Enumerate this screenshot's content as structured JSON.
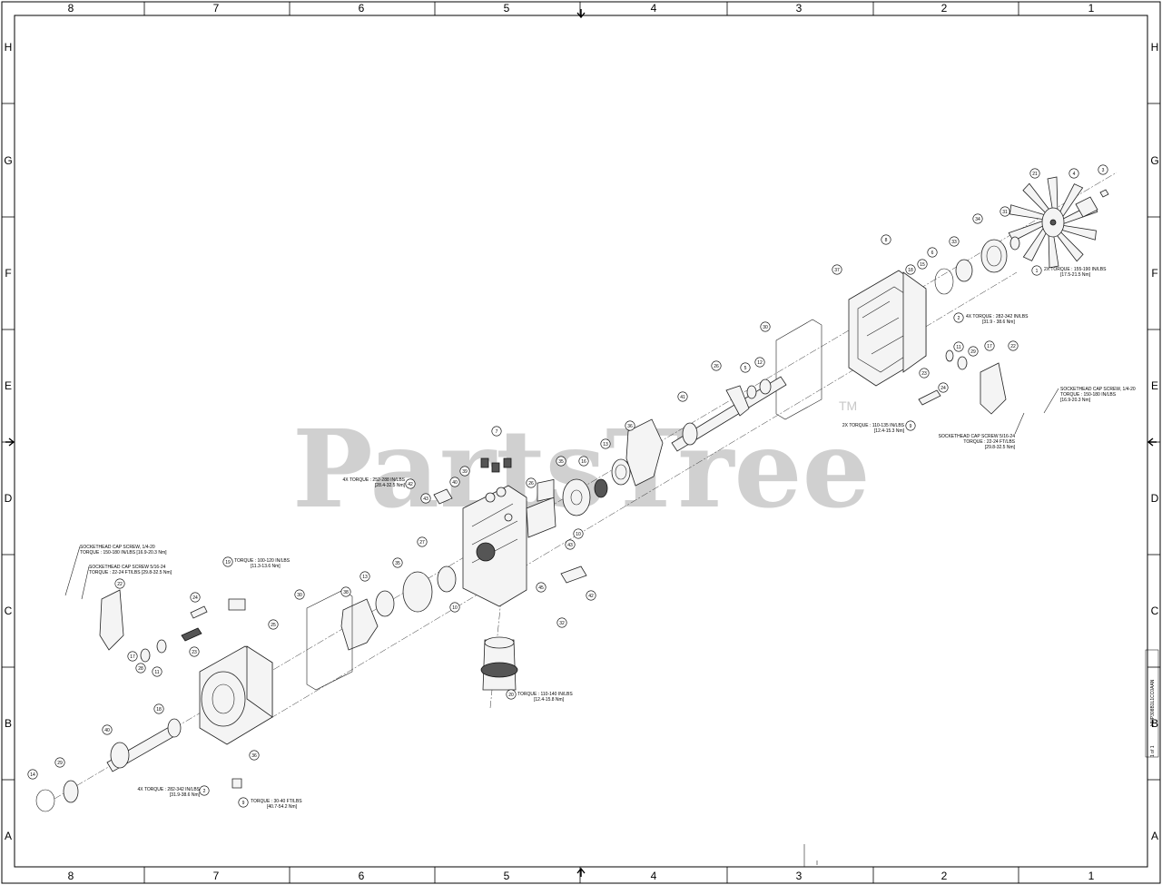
{
  "frame": {
    "columns": [
      "8",
      "7",
      "6",
      "5",
      "4",
      "3",
      "2",
      "1"
    ],
    "rows": [
      "H",
      "G",
      "F",
      "E",
      "D",
      "C",
      "B",
      "A"
    ]
  },
  "watermark": {
    "text": "PartsTree",
    "tm": "TM"
  },
  "title_block": {
    "doc_number": "HMP308B1L1CC0AAN",
    "rev": "1 of 1"
  },
  "callouts": [
    "1",
    "2",
    "3",
    "4",
    "5",
    "6",
    "7",
    "8",
    "9",
    "10",
    "11",
    "12",
    "13",
    "14",
    "15",
    "16",
    "17",
    "18",
    "19",
    "20",
    "21",
    "22",
    "23",
    "24",
    "25",
    "26",
    "27",
    "28",
    "29",
    "30",
    "31",
    "32",
    "33",
    "34",
    "35",
    "36",
    "37",
    "38",
    "39",
    "40",
    "41",
    "42",
    "43"
  ],
  "notes": {
    "n1": [
      "2X TORQUE : 155-190 IN/LBS",
      "[17.5-21.5 Nm]"
    ],
    "n2": [
      "4X TORQUE : 282-342 IN/LBS",
      "[31.9 - 38.6 Nm]"
    ],
    "n3": [
      "SOCKETHEAD CAP SCREW, 1/4-20",
      "TORQUE : 150-180 IN/LBS",
      "[16.9-20.3 Nm]"
    ],
    "n4": [
      "2X TORQUE : 110-135 IN/LBS",
      "[12.4-15.3 Nm]"
    ],
    "n5": [
      "SOCKETHEAD CAP SCREW 5/16-24",
      "TORQUE : 22-24 FT/LBS",
      "[29.8-32.5 Nm]"
    ],
    "n6": [
      "4X TORQUE : 252-288 IN/LBS",
      "[28.4-32.5 Nm]"
    ],
    "n7": [
      "SOCKETHEAD CAP SCREW, 1/4-20",
      "TORQUE : 150-180 IN/LBS [16.9-20.3 Nm]"
    ],
    "n8": [
      "SOCKETHEAD CAP SCREW 5/16-24",
      "TORQUE : 22-24 FT/LBS [29.8-32.5 Nm]"
    ],
    "n9": [
      "TORQUE : 100-120 IN/LBS",
      "[11.3-13.6 Nm]"
    ],
    "n10": [
      "TORQUE : 110-140 IN/LBS",
      "[12.4-15.8 Nm]"
    ],
    "n11": [
      "4X TORQUE : 282-342 IN/LBS",
      "[31.9-38.6 Nm]"
    ],
    "n12": [
      "TORQUE : 30-40 FT/LBS",
      "[40.7-54.2 Nm]"
    ]
  }
}
